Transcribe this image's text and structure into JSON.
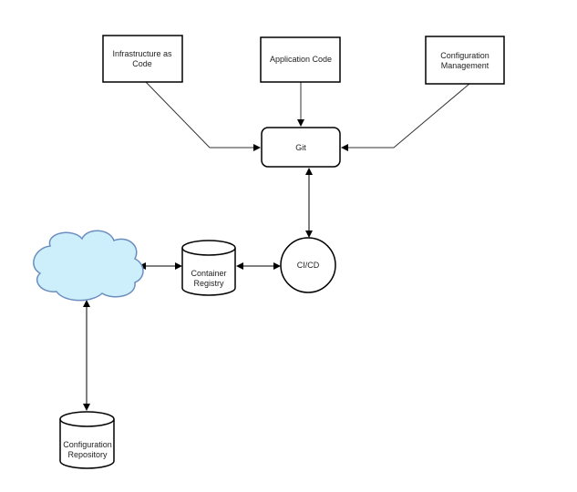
{
  "nodes": {
    "iac": [
      "Infrastructure as",
      "Code"
    ],
    "app": "Application Code",
    "config_mgmt": [
      "Configuration",
      "Management"
    ],
    "git": "Git",
    "cicd": "CI/CD",
    "registry": [
      "Container",
      "Registry"
    ],
    "config_repo": [
      "Configuration",
      "Repository"
    ]
  },
  "colors": {
    "cloud_fill": "#cdeffb",
    "cloud_stroke": "#6c8ebf",
    "stroke": "#000000"
  }
}
